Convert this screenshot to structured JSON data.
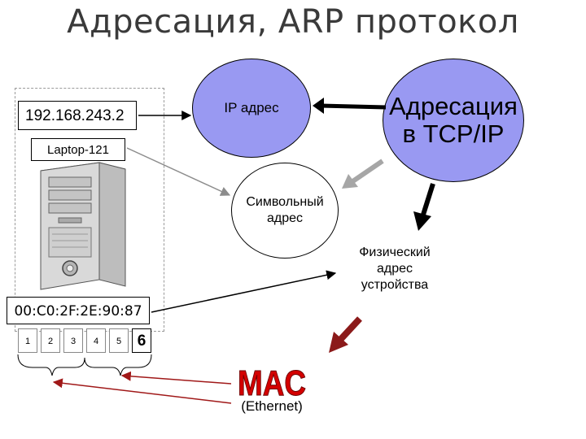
{
  "title": "Адресация, ARP протокол",
  "ip_address": "192.168.243.2",
  "hostname": "Laptop-121",
  "mac_address": "00:C0:2F:2E:90:87",
  "octets": [
    "1",
    "2",
    "3",
    "4",
    "5",
    "6"
  ],
  "nodes": {
    "ip": "IP адрес",
    "tcpip": [
      "Адресация",
      "в TCP/IP"
    ],
    "symbolic": [
      "Символьный",
      "адрес"
    ],
    "physical": [
      "Физический",
      "адрес",
      "устройства"
    ]
  },
  "mac_logo": "MAC",
  "ethernet": "(Ethernet)",
  "colors": {
    "circle_fill": "#9999f2",
    "arrow_black": "#000000",
    "arrow_gray": "#a6a6a6",
    "arrow_darkred": "#8b1a1a",
    "mac_red": "#d40000",
    "connector_red": "#a01818"
  }
}
